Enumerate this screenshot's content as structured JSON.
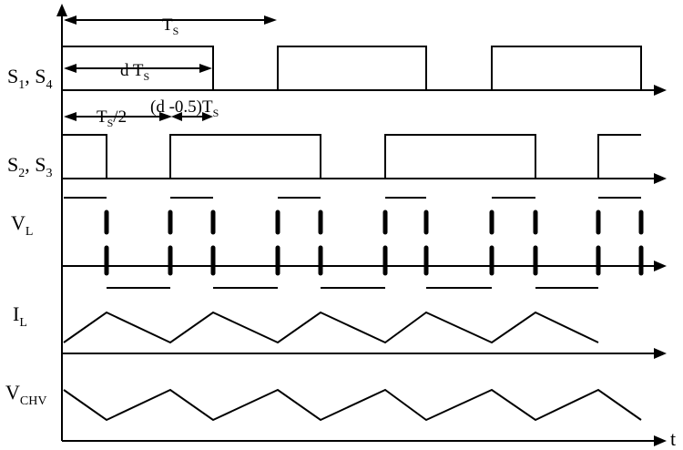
{
  "labels": {
    "s14": "S",
    "s14_sub1": "1",
    "s14_sep": ", S",
    "s14_sub2": "4",
    "s23": "S",
    "s23_sub1": "2",
    "s23_sep": ", S",
    "s23_sub2": "3",
    "vl": "V",
    "vl_sub": "L",
    "il": "I",
    "il_sub": "L",
    "vchv": "V",
    "vchv_sub": "CHV",
    "time_axis": "t"
  },
  "annotations": {
    "ts": "T",
    "ts_sub": "S",
    "dts_d": "d T",
    "dts_sub": "S",
    "half_ts": "T",
    "half_ts_sub": "S",
    "half_ts_tail": "/2",
    "d05": "(d -0.5)T",
    "d05_sub": "S"
  }
}
